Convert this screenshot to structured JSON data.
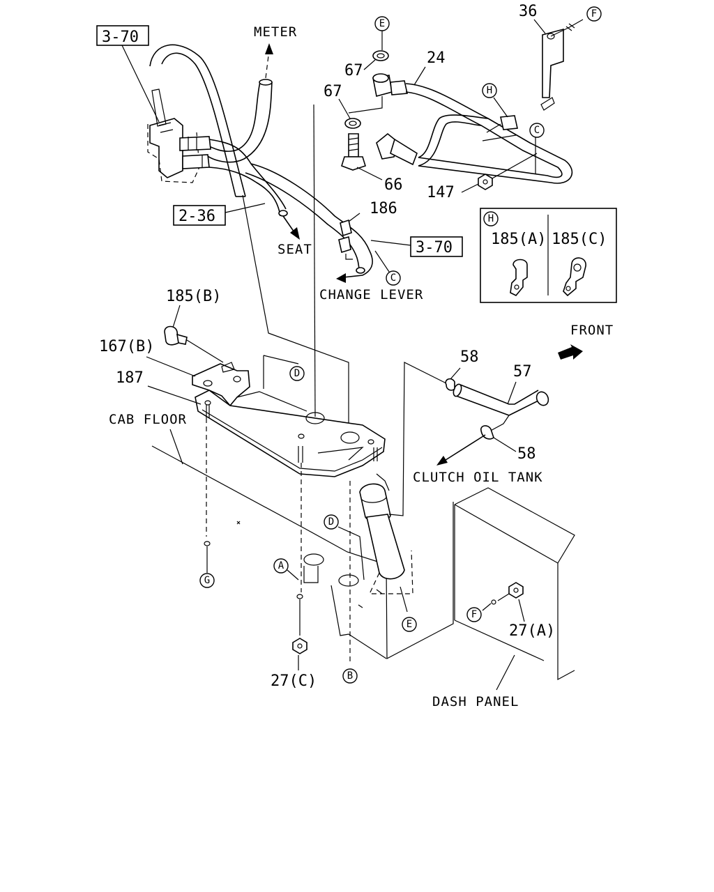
{
  "refs": {
    "ref_3_70_top": "3-70",
    "ref_2_36": "2-36",
    "ref_3_70_mid": "3-70"
  },
  "directions": {
    "meter": "METER",
    "seat": "SEAT",
    "change_lever": "CHANGE LEVER",
    "front": "FRONT",
    "clutch_oil_tank": "CLUTCH OIL TANK",
    "cab_floor": "CAB FLOOR",
    "dash_panel": "DASH PANEL"
  },
  "parts": {
    "p36": "36",
    "p24": "24",
    "p67a": "67",
    "p67b": "67",
    "p66": "66",
    "p147": "147",
    "p186": "186",
    "p185b": "185(B)",
    "p167b": "167(B)",
    "p187": "187",
    "p58a": "58",
    "p57": "57",
    "p58b": "58",
    "p27a": "27(A)",
    "p27c": "27(C)"
  },
  "detail_h": {
    "title": "H",
    "left": "185(A)",
    "right": "185(C)"
  },
  "markers": {
    "E_top": "E",
    "F_top": "F",
    "H_clip": "H",
    "C_pipe": "C",
    "C_change": "C",
    "D_plate": "D",
    "D_lower": "D",
    "A": "A",
    "G": "G",
    "E_lower": "E",
    "B": "B",
    "F_lower": "F"
  }
}
